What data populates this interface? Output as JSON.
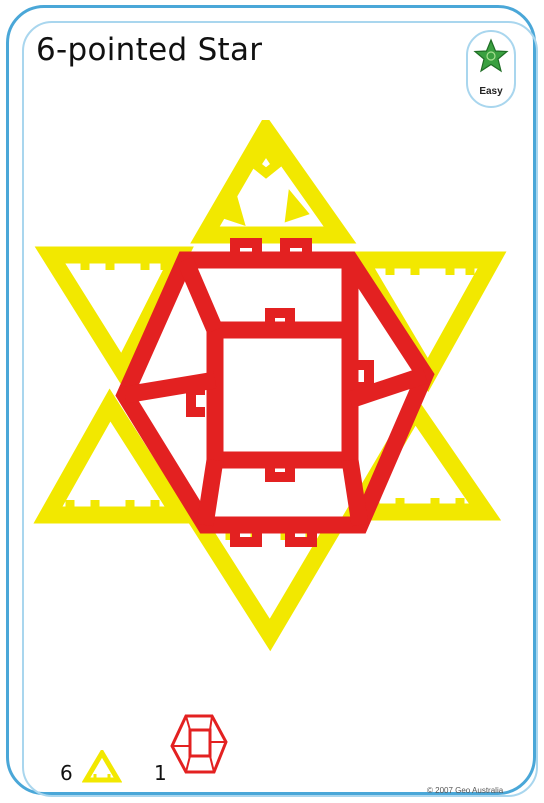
{
  "card": {
    "title": "6-pointed Star",
    "difficulty": {
      "label": "Easy",
      "icon": "star-icon",
      "star_color": "#3aa040"
    }
  },
  "colors": {
    "triangle_piece": "#f2e800",
    "hexagon_piece": "#e32121",
    "border": "#4aa7d8"
  },
  "pieces": [
    {
      "count": "6",
      "shape": "triangle-piece-icon"
    },
    {
      "count": "1",
      "shape": "hexagon-piece-icon"
    }
  ],
  "copyright": "© 2007 Geo Australia"
}
